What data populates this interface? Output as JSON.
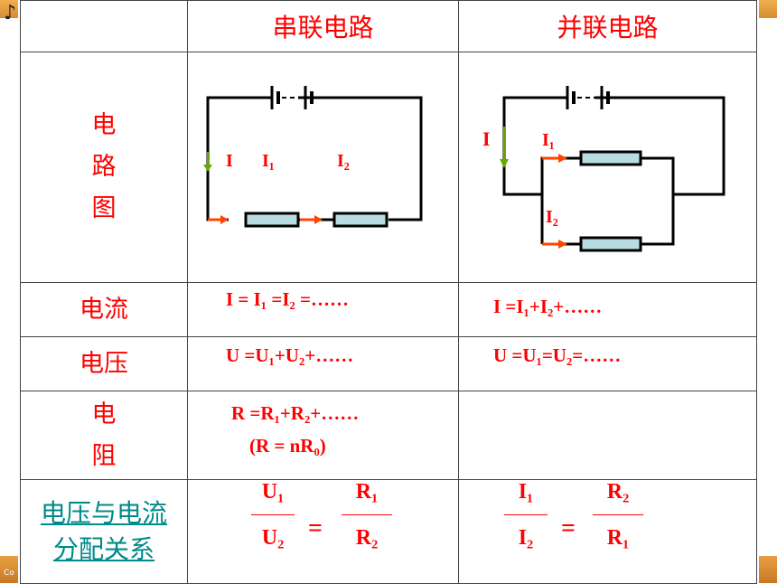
{
  "header": {
    "col_series": "串联电路",
    "col_parallel": "并联电路"
  },
  "rows": {
    "diagram": {
      "label_chars": [
        "电",
        "路",
        "图"
      ]
    },
    "current": {
      "label": "电流",
      "series_formula": "I = I₁ =I₂ =……",
      "parallel_formula": "I =I₁+I₂+……"
    },
    "voltage": {
      "label": "电压",
      "series_formula": "U =U₁+U₂+……",
      "parallel_formula": "U =U₁=U₂=……"
    },
    "resistance": {
      "label_chars": [
        "电",
        "阻"
      ],
      "series_formula": "R =R₁+R₂+……",
      "series_note": "(R = nR₀)"
    },
    "distribution": {
      "label_line1": "电压与电流",
      "label_line2": "分配关系",
      "series": {
        "left_num": "U₁",
        "left_den": "U₂",
        "right_num": "R₁",
        "right_den": "R₂",
        "eq": "="
      },
      "parallel": {
        "left_num": "I₁",
        "left_den": "I₂",
        "right_num": "R₂",
        "right_den": "R₁",
        "eq": "="
      }
    }
  },
  "series_diagram": {
    "label_I": "I",
    "label_I1": "I₁",
    "label_I2": "I₂"
  },
  "parallel_diagram": {
    "label_I": "I",
    "label_I1": "I₁",
    "label_I2": "I₂"
  },
  "colors": {
    "text_red": "#ff0000",
    "link_teal": "#008b8b",
    "arrow_orange": "#ff4500",
    "arrow_green": "#66aa00",
    "resistor_fill": "#b8dde0",
    "border": "#444444",
    "accent_band": "#e8a040"
  }
}
